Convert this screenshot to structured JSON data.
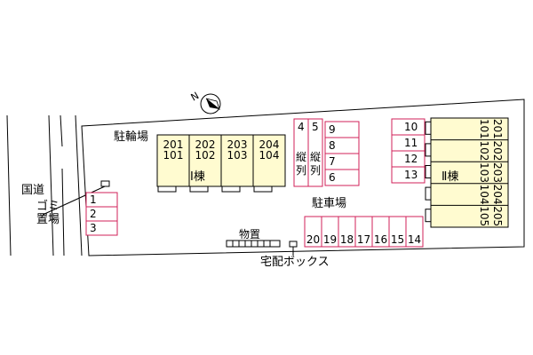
{
  "north_label": "N",
  "labels": {
    "road": "国道",
    "garbage": "ゴミ置場",
    "bicycle": "駐輪場",
    "parking": "駐車場",
    "storage": "物置",
    "delivery_box": "宅配ボックス",
    "building1": "Ⅰ棟",
    "building2": "Ⅱ棟",
    "vertical_a": "縦列",
    "vertical_b": "縦列"
  },
  "building1_units": [
    {
      "upper": "201",
      "lower": "101"
    },
    {
      "upper": "202",
      "lower": "102"
    },
    {
      "upper": "203",
      "lower": "103"
    },
    {
      "upper": "204",
      "lower": "104"
    }
  ],
  "building2_units": [
    {
      "upper": "201",
      "lower": "101"
    },
    {
      "upper": "202",
      "lower": "102"
    },
    {
      "upper": "203",
      "lower": "103"
    },
    {
      "upper": "204",
      "lower": "104"
    },
    {
      "upper": "205",
      "lower": "105"
    }
  ],
  "parking_left": [
    "1",
    "2",
    "3"
  ],
  "parking_vertical_top": [
    "4",
    "5"
  ],
  "parking_mid": [
    "9",
    "8",
    "7",
    "6"
  ],
  "parking_right": [
    "10",
    "11",
    "12",
    "13"
  ],
  "parking_bottom": [
    "20",
    "19",
    "18",
    "17",
    "16",
    "15",
    "14"
  ],
  "colors": {
    "parking_border": "#d2205a",
    "building_fill": "#fffbd0"
  }
}
